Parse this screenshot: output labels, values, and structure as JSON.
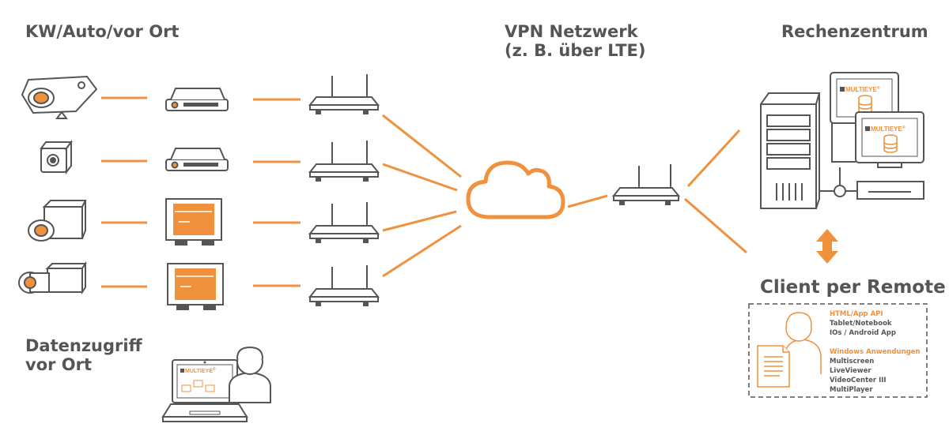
{
  "sections": {
    "site_title": "KW/Auto/vor Ort",
    "vpn_title_line1": "VPN Netzwerk",
    "vpn_title_line2": "(z. B. über LTE)",
    "datacenter_title": "Rechenzentrum",
    "client_title": "Client per Remote",
    "local_access_line1": "Datenzugriff",
    "local_access_line2": "vor Ort"
  },
  "brand": {
    "logo_text": "MULTIEYE",
    "logo_mark": "®"
  },
  "client_box": {
    "api_heading": "HTML/App API",
    "api_items": [
      "Tablet/Notebook",
      "IOs / Android App"
    ],
    "windows_heading": "Windows Anwendungen",
    "windows_items": [
      "Multiscreen",
      "LiveViewer",
      "VideoCenter III",
      "MultiPlayer"
    ]
  },
  "colors": {
    "accent": "#F0913D",
    "line_art": "#555555",
    "heading_text": "#555555"
  },
  "icons": {
    "cameras": [
      "bullet-camera-icon",
      "mini-camera-icon",
      "box-camera-icon",
      "box-camera-icon"
    ],
    "recorders": [
      "dvr-recorder-icon",
      "dvr-recorder-icon",
      "monitor-recorder-icon",
      "monitor-recorder-icon"
    ],
    "routers": [
      "lte-router-icon",
      "lte-router-icon",
      "lte-router-icon",
      "lte-router-icon"
    ],
    "cloud": "cloud-icon",
    "server": "server-tower-icon",
    "laptop": "laptop-icon"
  }
}
